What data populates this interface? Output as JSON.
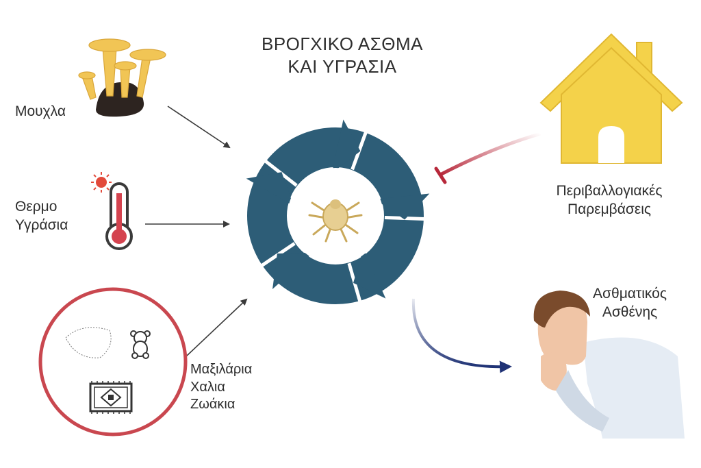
{
  "title": {
    "line1": "ΒΡΟΓΧΙΚΟ ΑΣΘΜΑ",
    "line2": "ΚΑΙ ΥΓΡΑΣΙΑ"
  },
  "causes": {
    "mold": {
      "label": "Μουχλα",
      "icon": "mushroom-icon"
    },
    "climate": {
      "line1": "Θερμο",
      "line2": "Υγράσια",
      "icon": "thermometer-icon"
    },
    "items": {
      "line1": "Μαξιλάρια",
      "line2": "Χαλια",
      "line3": "Ζωάκια",
      "icons": [
        "pillow-icon",
        "teddy-bear-icon",
        "rug-icon"
      ]
    }
  },
  "center": {
    "icon": "dust-mite-icon"
  },
  "intervention": {
    "line1": "Περιβαλλογιακές",
    "line2": "Παρεμβάσεις",
    "icon": "house-icon"
  },
  "patient": {
    "line1": "Ασθματικός",
    "line2": "Ασθένης",
    "icon": "coughing-person-icon"
  },
  "colors": {
    "cycle": "#2d5d77",
    "inhibit": "#b7283a",
    "outcome": "#1f3275",
    "arrow": "#3a3a3a",
    "circle": "#c9474f",
    "house": "#f4d24a"
  }
}
